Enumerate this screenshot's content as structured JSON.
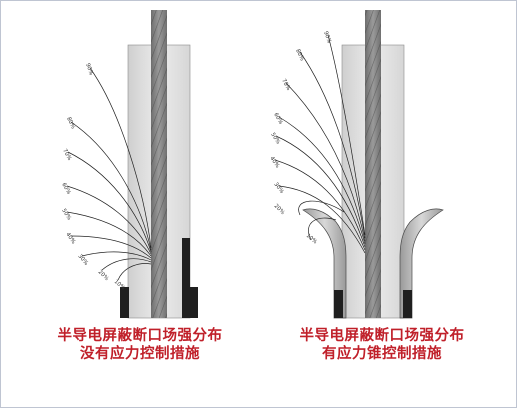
{
  "left_panel": {
    "caption_line1": "半导电屏蔽断口场强分布",
    "caption_line2": "没有应力控制措施",
    "field_labels": [
      "90%",
      "80%",
      "70%",
      "60%",
      "50%",
      "40%",
      "30%",
      "20%",
      "10%"
    ]
  },
  "right_panel": {
    "caption_line1": "半导电屏蔽断口场强分布",
    "caption_line2": "有应力锥控制措施",
    "field_labels": [
      "90%",
      "80%",
      "70%",
      "60%",
      "50%",
      "40%",
      "30%",
      "20%",
      "10%"
    ]
  }
}
